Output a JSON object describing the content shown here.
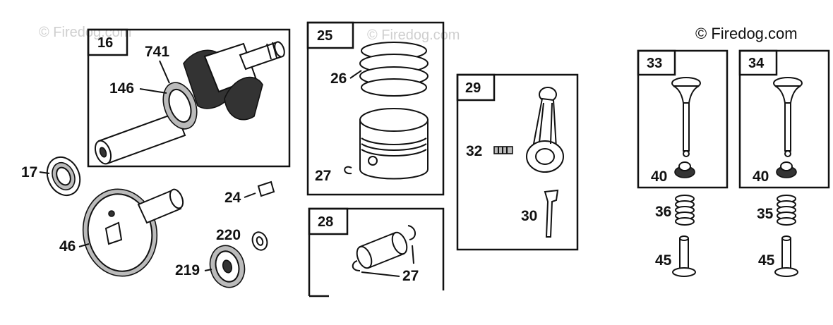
{
  "watermarks": [
    "© Firedog.com",
    "© Firedog.com"
  ],
  "copyright": "© Firedog.com",
  "boxes": {
    "b16": "16",
    "b25": "25",
    "b28": "28",
    "b29": "29",
    "b33": "33",
    "b34": "34"
  },
  "callouts": {
    "c741": "741",
    "c146": "146",
    "c26": "26",
    "c27a": "27",
    "c27b": "27",
    "c32": "32",
    "c30": "30",
    "c17": "17",
    "c24": "24",
    "c46": "46",
    "c220": "220",
    "c219": "219",
    "c40a": "40",
    "c40b": "40",
    "c36": "36",
    "c35": "35",
    "c45a": "45",
    "c45b": "45"
  }
}
